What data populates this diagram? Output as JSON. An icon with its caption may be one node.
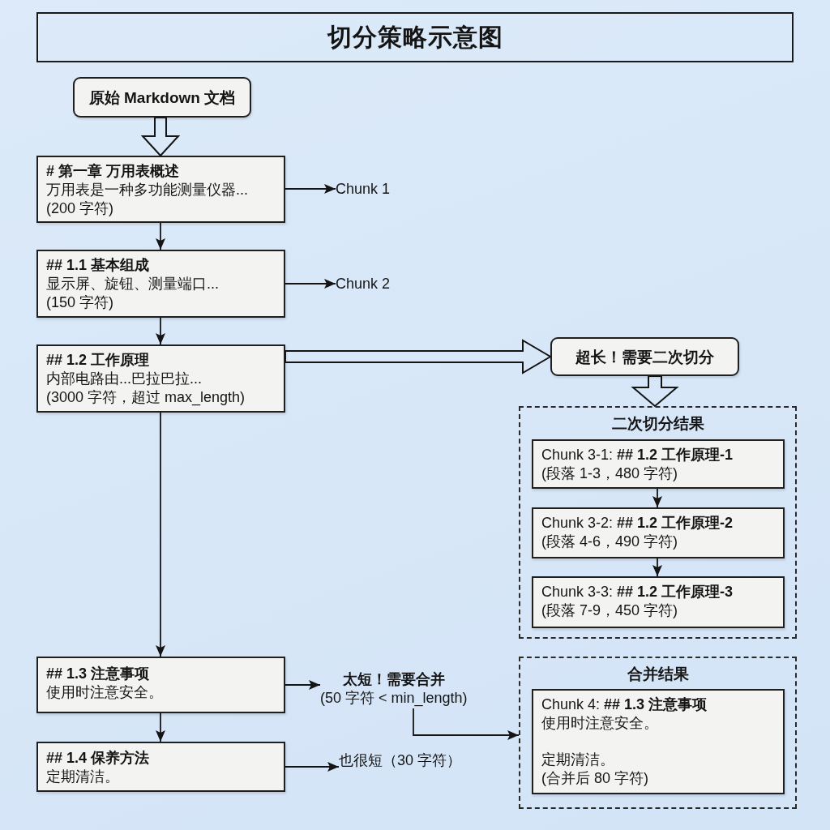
{
  "diagram": {
    "title": "切分策略示意图",
    "nodes": [
      {
        "text": [
          "原始 Markdown 文档"
        ]
      },
      {
        "text": [
          "# 第一章 万用表概述",
          "万用表是一种多功能测量仪器...",
          "(200 字符)"
        ]
      },
      {
        "text": [
          "Chunk 1"
        ]
      },
      {
        "text": [
          "## 1.1 基本组成",
          "显示屏、旋钮、测量端口...",
          "(150 字符)"
        ]
      },
      {
        "text": [
          "Chunk 2"
        ]
      },
      {
        "text": [
          "## 1.2 工作原理",
          "内部电路由...巴拉巴拉...",
          "(3000 字符，超过 max_length)"
        ]
      },
      {
        "text": [
          "超长！需要二次切分"
        ]
      },
      {
        "text": [
          "二次切分结果"
        ]
      },
      {
        "text": [
          "Chunk 3-1: **## 1.2 工作原理-1**",
          "(段落 1-3，480 字符)"
        ],
        "in": 7
      },
      {
        "text": [
          "Chunk 3-2: **## 1.2 工作原理-2**",
          "(段落 4-6，490 字符)"
        ],
        "in": 7
      },
      {
        "text": [
          "Chunk 3-3: **## 1.2 工作原理-3**",
          "(段落 7-9，450 字符)"
        ],
        "in": 7
      },
      {
        "text": [
          "## 1.3 注意事项",
          "使用时注意安全。"
        ]
      },
      {
        "text": [
          "太短！需要合并",
          "(50 字符 < min_length)"
        ]
      },
      {
        "text": [
          "## 1.4 保养方法",
          "定期清洁。"
        ]
      },
      {
        "text": [
          "也很短（30 字符）"
        ]
      },
      {
        "text": [
          "合并结果"
        ]
      },
      {
        "text": [
          "Chunk 4: **## 1.3 注意事项**",
          "使用时注意安全。",
          "定期清洁。",
          "(合并后 80 字符)"
        ],
        "in": 15
      }
    ],
    "edges": [
      {
        "from": 0,
        "to": 1,
        "arrow": "to",
        "style": "thick"
      },
      {
        "from": 1,
        "to": 2,
        "arrow": "to"
      },
      {
        "from": 1,
        "to": 3,
        "arrow": "to"
      },
      {
        "from": 3,
        "to": 4,
        "arrow": "to"
      },
      {
        "from": 3,
        "to": 5,
        "arrow": "to"
      },
      {
        "from": 5,
        "to": 6,
        "arrow": "to",
        "style": "thick"
      },
      {
        "from": 6,
        "to": 7,
        "arrow": "to",
        "style": "thick"
      },
      {
        "from": 8,
        "to": 9,
        "arrow": "to"
      },
      {
        "from": 9,
        "to": 10,
        "arrow": "to"
      },
      {
        "from": 5,
        "to": 11,
        "arrow": "to"
      },
      {
        "from": 11,
        "to": 12,
        "arrow": "to"
      },
      {
        "from": 11,
        "to": 13,
        "arrow": "to"
      },
      {
        "from": 13,
        "to": 14,
        "arrow": "to"
      },
      {
        "from": 12,
        "to": 15,
        "arrow": "to"
      }
    ]
  }
}
